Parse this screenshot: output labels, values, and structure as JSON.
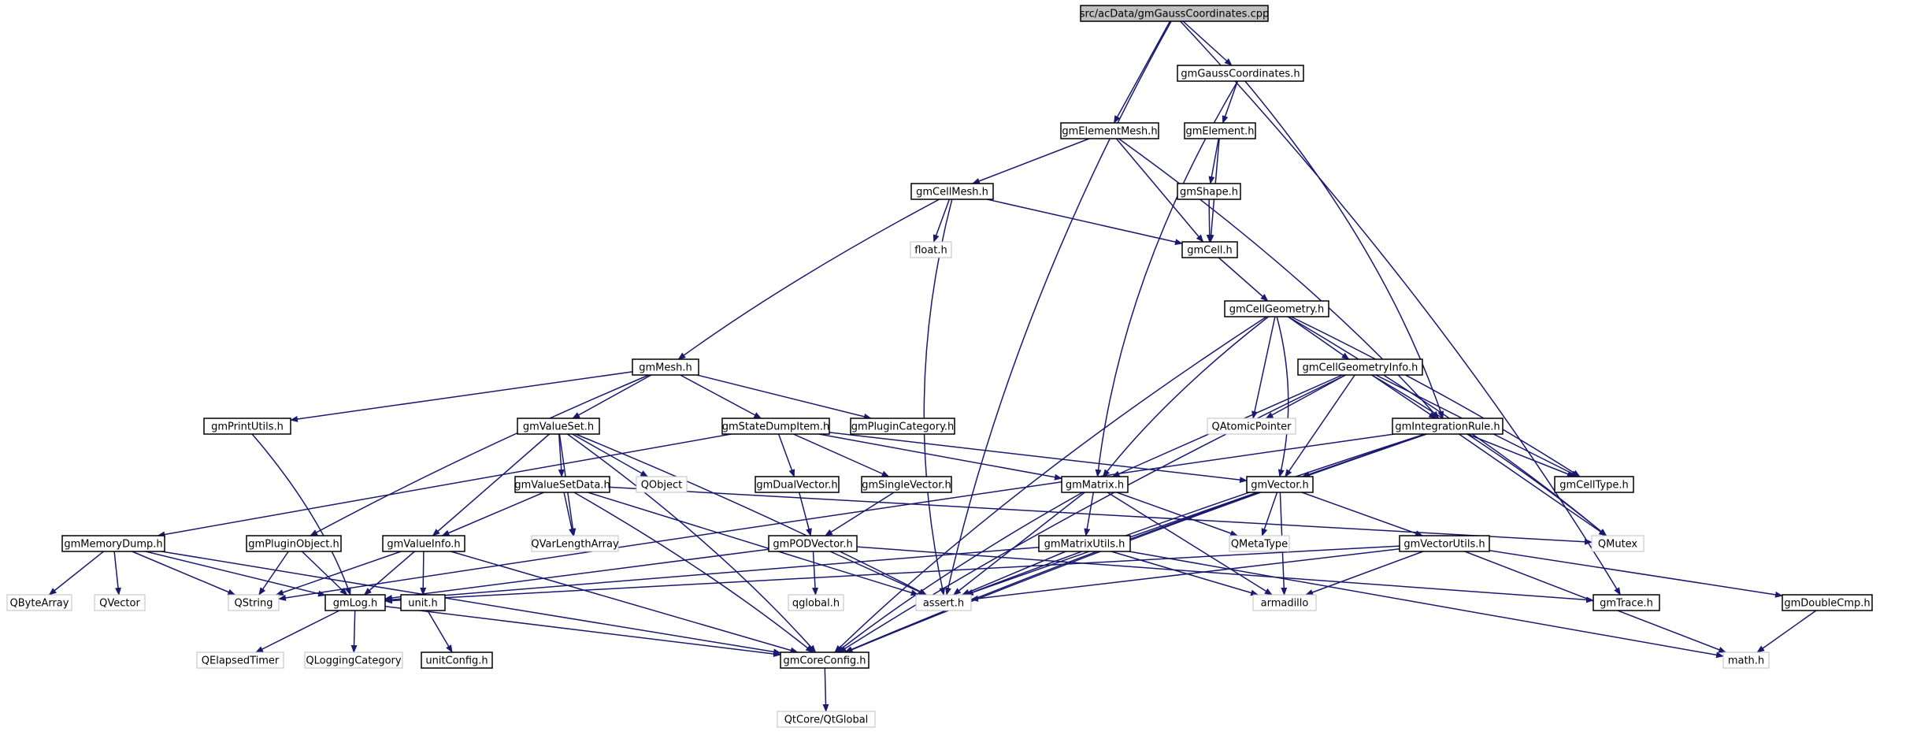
{
  "diagram": {
    "edge_color": "#191970",
    "root_fill": "#bfbfbf",
    "ext_border": "#bfbfbf",
    "nodes": [
      {
        "id": "root",
        "label": "src/acData/gmGaussCoordinates.cpp",
        "kind": "root"
      },
      {
        "id": "gmGaussCoordinates",
        "label": "gmGaussCoordinates.h",
        "kind": "internal"
      },
      {
        "id": "gmElementMesh",
        "label": "gmElementMesh.h",
        "kind": "internal"
      },
      {
        "id": "gmElement",
        "label": "gmElement.h",
        "kind": "internal"
      },
      {
        "id": "gmCellMesh",
        "label": "gmCellMesh.h",
        "kind": "internal"
      },
      {
        "id": "gmShape",
        "label": "gmShape.h",
        "kind": "internal"
      },
      {
        "id": "floath",
        "label": "float.h",
        "kind": "external"
      },
      {
        "id": "gmCell",
        "label": "gmCell.h",
        "kind": "internal"
      },
      {
        "id": "gmCellGeometry",
        "label": "gmCellGeometry.h",
        "kind": "internal"
      },
      {
        "id": "gmMesh",
        "label": "gmMesh.h",
        "kind": "internal"
      },
      {
        "id": "gmCellGeometryInfo",
        "label": "gmCellGeometryInfo.h",
        "kind": "internal"
      },
      {
        "id": "gmPrintUtils",
        "label": "gmPrintUtils.h",
        "kind": "internal"
      },
      {
        "id": "gmValueSet",
        "label": "gmValueSet.h",
        "kind": "internal"
      },
      {
        "id": "gmStateDumpItem",
        "label": "gmStateDumpItem.h",
        "kind": "internal"
      },
      {
        "id": "gmPluginCategory",
        "label": "gmPluginCategory.h",
        "kind": "internal"
      },
      {
        "id": "QAtomicPointer",
        "label": "QAtomicPointer",
        "kind": "external"
      },
      {
        "id": "gmIntegrationRule",
        "label": "gmIntegrationRule.h",
        "kind": "internal"
      },
      {
        "id": "gmValueSetData",
        "label": "gmValueSetData.h",
        "kind": "internal"
      },
      {
        "id": "QObject",
        "label": "QObject",
        "kind": "external"
      },
      {
        "id": "gmDualVector",
        "label": "gmDualVector.h",
        "kind": "internal"
      },
      {
        "id": "gmSingleVector",
        "label": "gmSingleVector.h",
        "kind": "internal"
      },
      {
        "id": "gmMatrix",
        "label": "gmMatrix.h",
        "kind": "internal"
      },
      {
        "id": "gmVector",
        "label": "gmVector.h",
        "kind": "internal"
      },
      {
        "id": "gmCellType",
        "label": "gmCellType.h",
        "kind": "internal"
      },
      {
        "id": "gmMemoryDump",
        "label": "gmMemoryDump.h",
        "kind": "internal"
      },
      {
        "id": "gmPluginObject",
        "label": "gmPluginObject.h",
        "kind": "internal"
      },
      {
        "id": "gmValueInfo",
        "label": "gmValueInfo.h",
        "kind": "internal"
      },
      {
        "id": "QVarLengthArray",
        "label": "QVarLengthArray",
        "kind": "external"
      },
      {
        "id": "gmPODVector",
        "label": "gmPODVector.h",
        "kind": "internal"
      },
      {
        "id": "gmMatrixUtils",
        "label": "gmMatrixUtils.h",
        "kind": "internal"
      },
      {
        "id": "QMetaType",
        "label": "QMetaType",
        "kind": "external"
      },
      {
        "id": "gmVectorUtils",
        "label": "gmVectorUtils.h",
        "kind": "internal"
      },
      {
        "id": "QMutex",
        "label": "QMutex",
        "kind": "external"
      },
      {
        "id": "QByteArray",
        "label": "QByteArray",
        "kind": "external"
      },
      {
        "id": "QVector",
        "label": "QVector",
        "kind": "external"
      },
      {
        "id": "QString",
        "label": "QString",
        "kind": "external"
      },
      {
        "id": "gmLog",
        "label": "gmLog.h",
        "kind": "internal"
      },
      {
        "id": "unith",
        "label": "unit.h",
        "kind": "internal"
      },
      {
        "id": "qglobal",
        "label": "qglobal.h",
        "kind": "external"
      },
      {
        "id": "asserth",
        "label": "assert.h",
        "kind": "external"
      },
      {
        "id": "armadillo",
        "label": "armadillo",
        "kind": "external"
      },
      {
        "id": "gmTrace",
        "label": "gmTrace.h",
        "kind": "internal"
      },
      {
        "id": "gmDoubleCmp",
        "label": "gmDoubleCmp.h",
        "kind": "internal"
      },
      {
        "id": "QElapsedTimer",
        "label": "QElapsedTimer",
        "kind": "external"
      },
      {
        "id": "QLoggingCategory",
        "label": "QLoggingCategory",
        "kind": "external"
      },
      {
        "id": "unitConfig",
        "label": "unitConfig.h",
        "kind": "internal"
      },
      {
        "id": "gmCoreConfig",
        "label": "gmCoreConfig.h",
        "kind": "internal"
      },
      {
        "id": "mathh",
        "label": "math.h",
        "kind": "external"
      },
      {
        "id": "QtGlobal",
        "label": "QtCore/QtGlobal",
        "kind": "external"
      }
    ],
    "edges": [
      [
        "root",
        "gmGaussCoordinates"
      ],
      [
        "root",
        "gmElementMesh"
      ],
      [
        "root",
        "asserth"
      ],
      [
        "root",
        "gmTrace"
      ],
      [
        "gmGaussCoordinates",
        "gmElement"
      ],
      [
        "gmGaussCoordinates",
        "gmMatrix"
      ],
      [
        "gmGaussCoordinates",
        "gmIntegrationRule"
      ],
      [
        "gmElementMesh",
        "gmCellMesh"
      ],
      [
        "gmElementMesh",
        "gmCell"
      ],
      [
        "gmElementMesh",
        "gmIntegrationRule"
      ],
      [
        "gmElement",
        "gmShape"
      ],
      [
        "gmElement",
        "gmCell"
      ],
      [
        "gmShape",
        "gmCell"
      ],
      [
        "gmCellMesh",
        "floath"
      ],
      [
        "gmCellMesh",
        "gmCell"
      ],
      [
        "gmCellMesh",
        "gmMesh"
      ],
      [
        "gmCellMesh",
        "asserth"
      ],
      [
        "gmCell",
        "gmCellGeometry"
      ],
      [
        "gmCellGeometry",
        "gmCellGeometryInfo"
      ],
      [
        "gmCellGeometry",
        "QAtomicPointer"
      ],
      [
        "gmCellGeometry",
        "gmMatrix"
      ],
      [
        "gmCellGeometry",
        "gmVector"
      ],
      [
        "gmCellGeometry",
        "gmCellType"
      ],
      [
        "gmCellGeometry",
        "QMutex"
      ],
      [
        "gmCellGeometry",
        "gmCoreConfig"
      ],
      [
        "gmCellGeometryInfo",
        "QAtomicPointer"
      ],
      [
        "gmCellGeometryInfo",
        "gmIntegrationRule"
      ],
      [
        "gmCellGeometryInfo",
        "gmMatrix"
      ],
      [
        "gmCellGeometryInfo",
        "gmVector"
      ],
      [
        "gmCellGeometryInfo",
        "gmCellType"
      ],
      [
        "gmCellGeometryInfo",
        "QMutex"
      ],
      [
        "gmCellGeometryInfo",
        "gmCoreConfig"
      ],
      [
        "gmMesh",
        "gmPrintUtils"
      ],
      [
        "gmMesh",
        "gmValueSet"
      ],
      [
        "gmMesh",
        "gmStateDumpItem"
      ],
      [
        "gmMesh",
        "gmPluginCategory"
      ],
      [
        "gmMesh",
        "gmPluginObject"
      ],
      [
        "gmPrintUtils",
        "gmLog"
      ],
      [
        "gmValueSet",
        "gmValueSetData"
      ],
      [
        "gmValueSet",
        "QObject"
      ],
      [
        "gmValueSet",
        "gmValueInfo"
      ],
      [
        "gmValueSet",
        "QVarLengthArray"
      ],
      [
        "gmValueSet",
        "asserth"
      ],
      [
        "gmValueSet",
        "gmCoreConfig"
      ],
      [
        "gmStateDumpItem",
        "gmMemoryDump"
      ],
      [
        "gmStateDumpItem",
        "gmDualVector"
      ],
      [
        "gmStateDumpItem",
        "gmSingleVector"
      ],
      [
        "gmStateDumpItem",
        "gmMatrix"
      ],
      [
        "gmStateDumpItem",
        "gmVector"
      ],
      [
        "gmIntegrationRule",
        "QString"
      ],
      [
        "gmIntegrationRule",
        "gmVector"
      ],
      [
        "gmIntegrationRule",
        "gmCellType"
      ],
      [
        "gmIntegrationRule",
        "QMutex"
      ],
      [
        "gmIntegrationRule",
        "asserth"
      ],
      [
        "gmIntegrationRule",
        "gmCoreConfig"
      ],
      [
        "gmValueSetData",
        "gmValueInfo"
      ],
      [
        "gmValueSetData",
        "QVarLengthArray"
      ],
      [
        "gmValueSetData",
        "QMutex"
      ],
      [
        "gmValueSetData",
        "asserth"
      ],
      [
        "gmValueSetData",
        "gmCoreConfig"
      ],
      [
        "gmDualVector",
        "gmPODVector"
      ],
      [
        "gmSingleVector",
        "gmPODVector"
      ],
      [
        "gmMatrix",
        "gmMatrixUtils"
      ],
      [
        "gmMatrix",
        "QMetaType"
      ],
      [
        "gmMatrix",
        "asserth"
      ],
      [
        "gmMatrix",
        "armadillo"
      ],
      [
        "gmMatrix",
        "gmCoreConfig"
      ],
      [
        "gmVector",
        "QMetaType"
      ],
      [
        "gmVector",
        "gmVectorUtils"
      ],
      [
        "gmVector",
        "asserth"
      ],
      [
        "gmVector",
        "armadillo"
      ],
      [
        "gmVector",
        "gmCoreConfig"
      ],
      [
        "gmMemoryDump",
        "QByteArray"
      ],
      [
        "gmMemoryDump",
        "QVector"
      ],
      [
        "gmMemoryDump",
        "QString"
      ],
      [
        "gmMemoryDump",
        "gmLog"
      ],
      [
        "gmMemoryDump",
        "gmCoreConfig"
      ],
      [
        "gmPluginObject",
        "QString"
      ],
      [
        "gmPluginObject",
        "gmLog"
      ],
      [
        "gmValueInfo",
        "QString"
      ],
      [
        "gmValueInfo",
        "gmLog"
      ],
      [
        "gmValueInfo",
        "unith"
      ],
      [
        "gmValueInfo",
        "gmCoreConfig"
      ],
      [
        "gmPODVector",
        "gmLog"
      ],
      [
        "gmPODVector",
        "qglobal"
      ],
      [
        "gmPODVector",
        "asserth"
      ],
      [
        "gmPODVector",
        "gmTrace"
      ],
      [
        "gmMatrixUtils",
        "gmLog"
      ],
      [
        "gmMatrixUtils",
        "asserth"
      ],
      [
        "gmMatrixUtils",
        "armadillo"
      ],
      [
        "gmMatrixUtils",
        "mathh"
      ],
      [
        "gmVectorUtils",
        "gmLog"
      ],
      [
        "gmVectorUtils",
        "asserth"
      ],
      [
        "gmVectorUtils",
        "armadillo"
      ],
      [
        "gmVectorUtils",
        "gmDoubleCmp"
      ],
      [
        "gmVectorUtils",
        "mathh"
      ],
      [
        "gmLog",
        "QElapsedTimer"
      ],
      [
        "gmLog",
        "QLoggingCategory"
      ],
      [
        "gmLog",
        "gmCoreConfig"
      ],
      [
        "unith",
        "unitConfig"
      ],
      [
        "gmDoubleCmp",
        "mathh"
      ],
      [
        "gmCoreConfig",
        "QtGlobal"
      ]
    ]
  }
}
